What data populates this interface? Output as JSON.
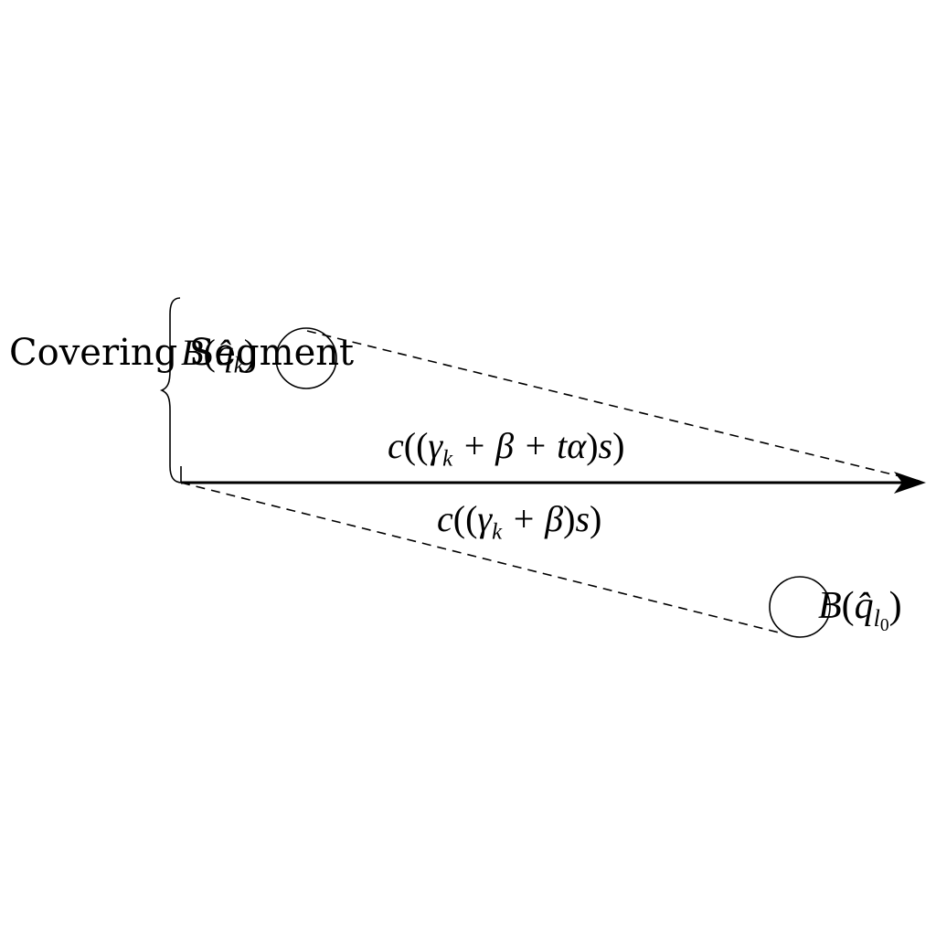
{
  "labels": {
    "covering_segment": "Covering Segment",
    "ball_k": {
      "name": "B",
      "open": "(",
      "var": "q̂",
      "sub": "k",
      "close": ")"
    },
    "ball_l0": {
      "name": "B",
      "open": "(",
      "var": "q̂",
      "sub": "l",
      "subsub": "0",
      "close": ")"
    },
    "upper_curve": {
      "c": "c",
      "lp": "((",
      "gamma": "γ",
      "sub": "k",
      "rest": " + β + tα",
      "rp": ")",
      "s": "s",
      "end": ")"
    },
    "lower_curve": {
      "c": "c",
      "lp": "((",
      "gamma": "γ",
      "sub": "k",
      "rest": " + β",
      "rp": ")",
      "s": "s",
      "end": ")"
    }
  },
  "colors": {
    "stroke": "#000000",
    "background": "#ffffff"
  }
}
